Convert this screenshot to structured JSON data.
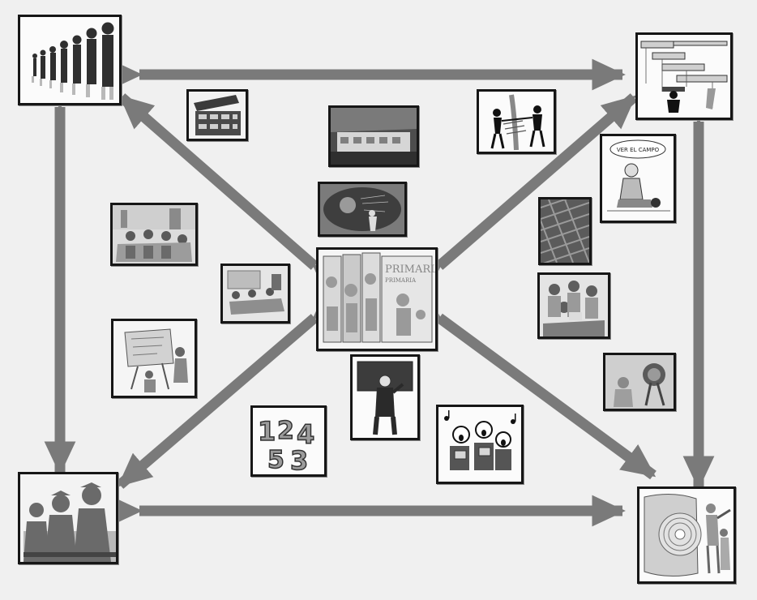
{
  "figure": {
    "kind": "concept-map",
    "arrow_color": "#7a7a7a",
    "frame_color": "#161616",
    "background": "#f0f0f0",
    "center": {
      "book_titles": [
        "PRIMARIA",
        "PRIMARIA"
      ]
    },
    "corners": {
      "top_left": "silhouette-people-icon",
      "top_right": "climber-under-ledges-icon",
      "bottom_left": "graduates-silhouettes-icon",
      "bottom_right": "musicians-and-disc-icon"
    },
    "illustrations": [
      "clapperboard-icon",
      "school-building-photo",
      "crossing-gap-people-icon",
      "field-trip-cartoon-icon",
      "teacher-planet-board-icon",
      "classroom-students-icon",
      "group-table-meeting-icon",
      "puzzle-texture-icon",
      "kids-reading-icon",
      "easel-drawing-icon",
      "telescope-child-icon",
      "teacher-blackboard-icon",
      "numbers-3d-icon",
      "choir-singing-icon"
    ],
    "cartoon_caption": "VER EL CAMPO"
  }
}
